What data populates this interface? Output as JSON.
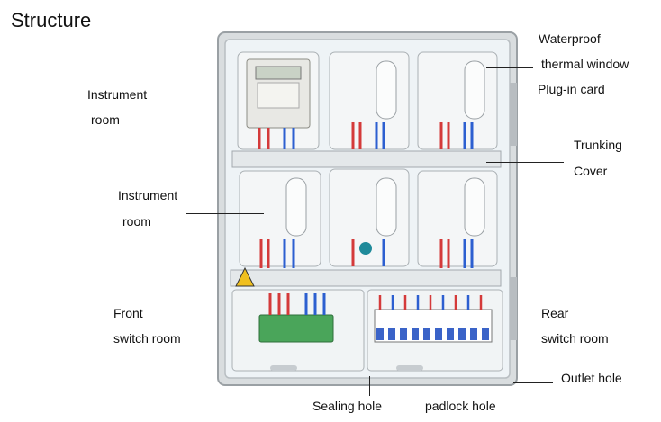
{
  "title": "Structure",
  "labels": {
    "instrument_room_1": [
      "Instrument",
      "room"
    ],
    "instrument_room_2": [
      "Instrument",
      "room"
    ],
    "front_switch_room": [
      "Front",
      "switch room"
    ],
    "waterproof_window": [
      "Waterproof",
      "thermal window"
    ],
    "plugin_card": "Plug-in card",
    "trunking_cover": [
      "Trunking",
      "Cover"
    ],
    "rear_switch_room": [
      "Rear",
      "switch room"
    ],
    "outlet_hole": "Outlet hole",
    "sealing_hole": "Sealing hole",
    "padlock_hole": "padlock hole"
  },
  "colors": {
    "cabinet_frame": "#d9dddf",
    "window_tint": "#eef3f6",
    "wire_red": "#d43a3a",
    "wire_blue": "#2c5fd0",
    "meter_body": "#e8e8e4",
    "terminal_green": "#4aa55a",
    "breaker_blue": "#3a63c8",
    "warning_yellow": "#f0c020"
  }
}
